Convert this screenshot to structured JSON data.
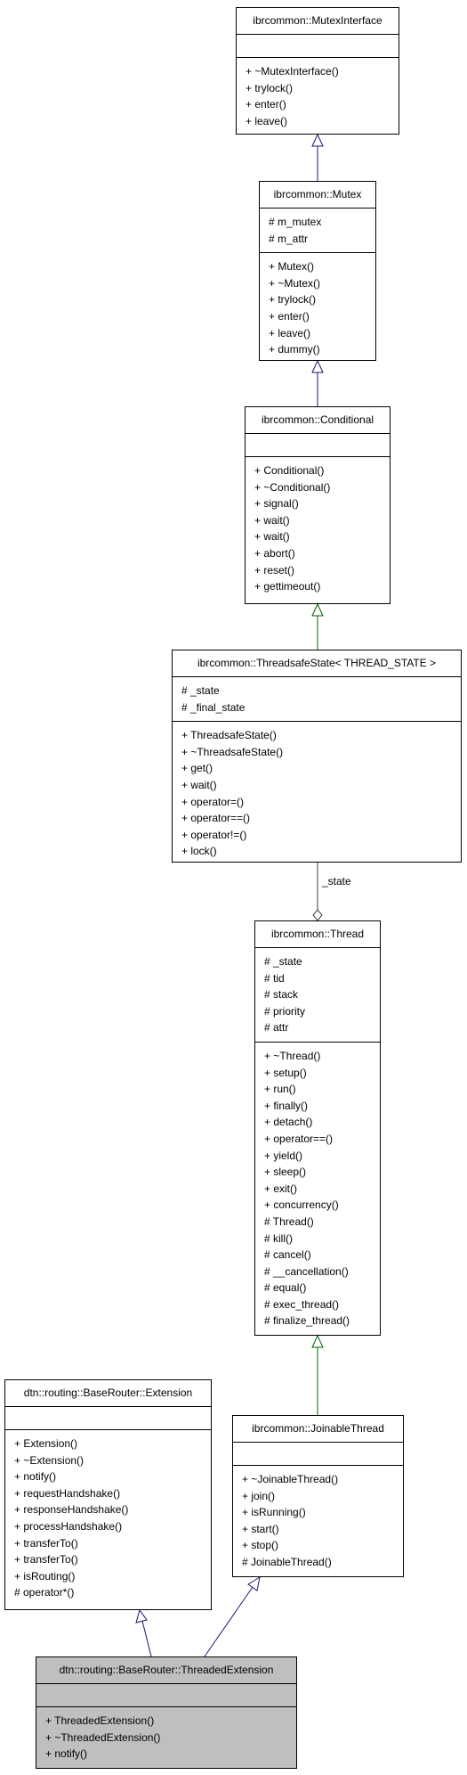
{
  "classes": {
    "mutex_interface": {
      "name": "ibrcommon::MutexInterface",
      "attributes": [],
      "methods": [
        "+ ~MutexInterface()",
        "+ trylock()",
        "+ enter()",
        "+ leave()"
      ]
    },
    "mutex": {
      "name": "ibrcommon::Mutex",
      "attributes": [
        "# m_mutex",
        "# m_attr"
      ],
      "methods": [
        "+ Mutex()",
        "+ ~Mutex()",
        "+ trylock()",
        "+ enter()",
        "+ leave()",
        "+ dummy()"
      ]
    },
    "conditional": {
      "name": "ibrcommon::Conditional",
      "attributes": [],
      "methods": [
        "+ Conditional()",
        "+ ~Conditional()",
        "+ signal()",
        "+ wait()",
        "+ wait()",
        "+ abort()",
        "+ reset()",
        "+ gettimeout()"
      ]
    },
    "threadsafe_state": {
      "name": "ibrcommon::ThreadsafeState< THREAD_STATE >",
      "attributes": [
        "# _state",
        "# _final_state"
      ],
      "methods": [
        "+ ThreadsafeState()",
        "+ ~ThreadsafeState()",
        "+ get()",
        "+ wait()",
        "+ operator=()",
        "+ operator==()",
        "+ operator!=()",
        "+ lock()"
      ]
    },
    "thread": {
      "name": "ibrcommon::Thread",
      "attributes": [
        "# _state",
        "# tid",
        "# stack",
        "# priority",
        "# attr"
      ],
      "methods": [
        "+ ~Thread()",
        "+ setup()",
        "+ run()",
        "+ finally()",
        "+ detach()",
        "+ operator==()",
        "+ yield()",
        "+ sleep()",
        "+ exit()",
        "+ concurrency()",
        "# Thread()",
        "# kill()",
        "# cancel()",
        "# __cancellation()",
        "# equal()",
        "# exec_thread()",
        "# finalize_thread()"
      ]
    },
    "extension": {
      "name": "dtn::routing::BaseRouter::Extension",
      "attributes": [],
      "methods": [
        "+ Extension()",
        "+ ~Extension()",
        "+ notify()",
        "+ requestHandshake()",
        "+ responseHandshake()",
        "+ processHandshake()",
        "+ transferTo()",
        "+ transferTo()",
        "+ isRouting()",
        "# operator*()"
      ]
    },
    "joinable_thread": {
      "name": "ibrcommon::JoinableThread",
      "attributes": [],
      "methods": [
        "+ ~JoinableThread()",
        "+ join()",
        "+ isRunning()",
        "+ start()",
        "+ stop()",
        "# JoinableThread()"
      ]
    },
    "threaded_extension": {
      "name": "dtn::routing::BaseRouter::ThreadedExtension",
      "attributes": [],
      "methods": [
        "+ ThreadedExtension()",
        "+ ~ThreadedExtension()",
        "+ notify()"
      ]
    }
  },
  "edge_labels": {
    "state_member": "_state"
  },
  "colors": {
    "public_inheritance": "#191970",
    "template_inheritance": "#006400",
    "usage": "#404040",
    "highlight_fill": "#bfbfbf"
  }
}
